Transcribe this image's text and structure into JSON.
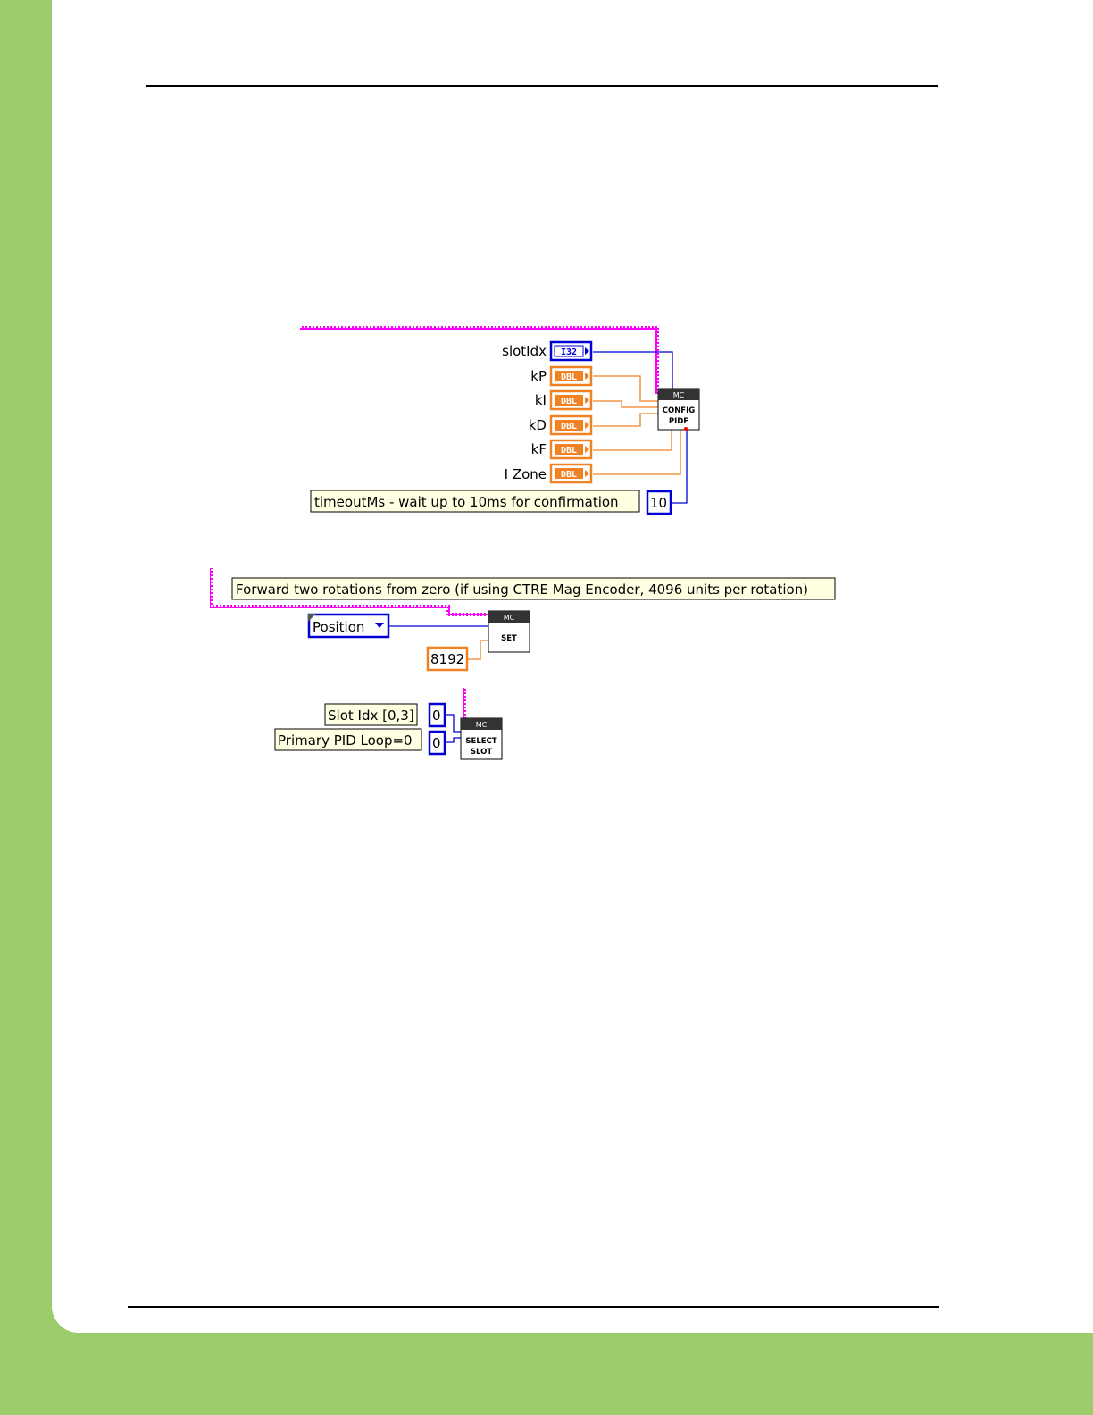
{
  "config_pidf": {
    "inputs": [
      {
        "label": "slotIdx",
        "type": "I32"
      },
      {
        "label": "kP",
        "type": "DBL"
      },
      {
        "label": "kI",
        "type": "DBL"
      },
      {
        "label": "kD",
        "type": "DBL"
      },
      {
        "label": "kF",
        "type": "DBL"
      },
      {
        "label": "I Zone",
        "type": "DBL"
      }
    ],
    "timeout_comment": "timeoutMs - wait up to 10ms for confirmation",
    "timeout_value": "10",
    "vi_header": "MC",
    "vi_title_line1": "CONFIG",
    "vi_title_line2": "PIDF"
  },
  "set_block": {
    "comment": "Forward two rotations from zero (if using CTRE Mag Encoder, 4096 units per rotation)",
    "mode": "Position",
    "value": "8192",
    "vi_header": "MC",
    "vi_title": "SET"
  },
  "select_slot": {
    "slot_label": "Slot Idx [0,3]",
    "slot_value": "0",
    "loop_label": "Primary PID Loop=0",
    "loop_value": "0",
    "vi_header": "MC",
    "vi_title_line1": "SELECT",
    "vi_title_line2": "SLOT"
  },
  "colors": {
    "page_border": "#9bcb6b",
    "refnum_wire": "#ff00ff",
    "i32_wire": "#0000d6",
    "dbl_wire": "#f08224",
    "comment_bg": "#ffffe1"
  }
}
